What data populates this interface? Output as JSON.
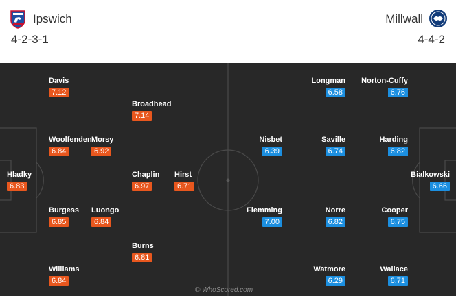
{
  "home_team": {
    "name": "Ipswich",
    "formation": "4-2-3-1",
    "badge_icon": "ipswich-crest-icon",
    "color": "#e8571e",
    "players": [
      {
        "name": "Davis",
        "rating": "7.12"
      },
      {
        "name": "Broadhead",
        "rating": "7.14"
      },
      {
        "name": "Woolfenden",
        "rating": "6.84"
      },
      {
        "name": "Morsy",
        "rating": "6.92"
      },
      {
        "name": "Hladky",
        "rating": "6.83"
      },
      {
        "name": "Chaplin",
        "rating": "6.97"
      },
      {
        "name": "Hirst",
        "rating": "6.71"
      },
      {
        "name": "Burgess",
        "rating": "6.85"
      },
      {
        "name": "Luongo",
        "rating": "6.84"
      },
      {
        "name": "Burns",
        "rating": "6.81"
      },
      {
        "name": "Williams",
        "rating": "6.84"
      }
    ]
  },
  "away_team": {
    "name": "Millwall",
    "formation": "4-4-2",
    "badge_icon": "millwall-crest-icon",
    "color": "#1c8fe0",
    "players": [
      {
        "name": "Longman",
        "rating": "6.58"
      },
      {
        "name": "Norton-Cuffy",
        "rating": "6.76"
      },
      {
        "name": "Nisbet",
        "rating": "6.39"
      },
      {
        "name": "Saville",
        "rating": "6.74"
      },
      {
        "name": "Harding",
        "rating": "6.82"
      },
      {
        "name": "Bialkowski",
        "rating": "6.66"
      },
      {
        "name": "Flemming",
        "rating": "7.00"
      },
      {
        "name": "Norre",
        "rating": "6.82"
      },
      {
        "name": "Cooper",
        "rating": "6.75"
      },
      {
        "name": "Watmore",
        "rating": "6.29"
      },
      {
        "name": "Wallace",
        "rating": "6.71"
      }
    ]
  },
  "pitch_color": "#282828",
  "watermark": "© WhoScored.com"
}
